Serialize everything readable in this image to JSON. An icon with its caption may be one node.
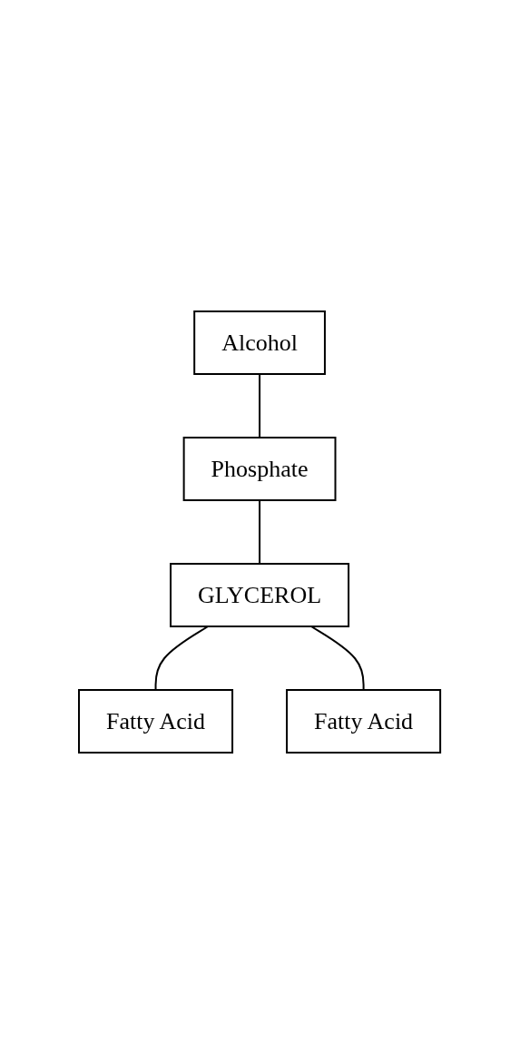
{
  "diagram": {
    "nodes": [
      {
        "text": [
          "Alcohol"
        ]
      },
      {
        "text": [
          "Phosphate"
        ]
      },
      {
        "text": [
          "GLYCEROL"
        ]
      },
      {
        "text": [
          "Fatty Acid"
        ]
      },
      {
        "text": [
          "Fatty Acid"
        ]
      }
    ],
    "edges": [
      {
        "from": 0,
        "to": 1,
        "arrow": "none"
      },
      {
        "from": 1,
        "to": 2,
        "arrow": "none"
      },
      {
        "from": 2,
        "to": 3,
        "arrow": "none"
      },
      {
        "from": 2,
        "to": 4,
        "arrow": "none"
      }
    ]
  }
}
